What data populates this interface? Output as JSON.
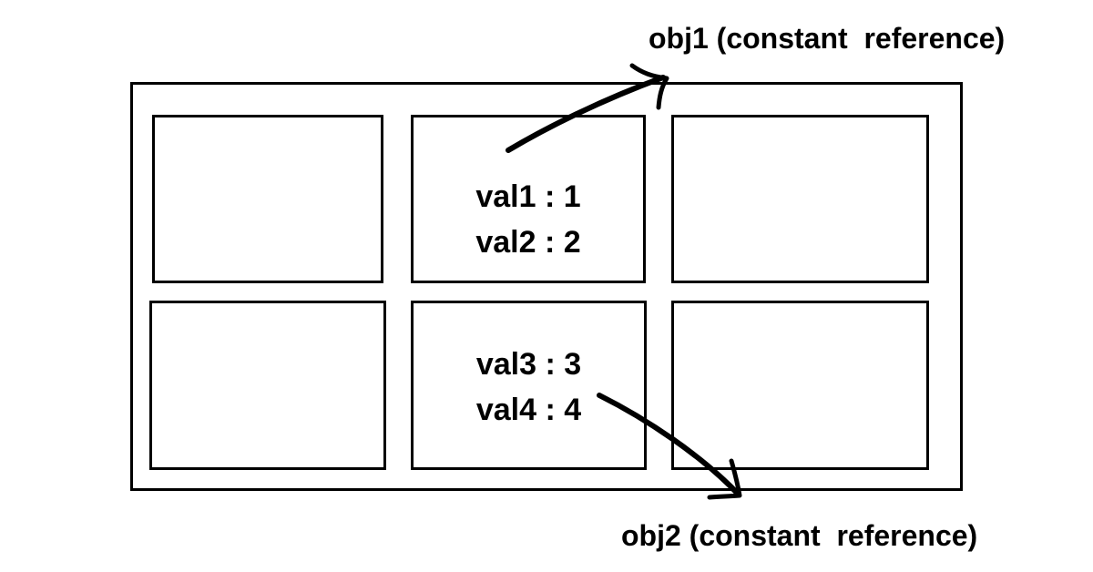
{
  "cells": [
    {
      "lines": []
    },
    {
      "lines": [
        "val1 : 1",
        "val2 : 2"
      ]
    },
    {
      "lines": []
    },
    {
      "lines": []
    },
    {
      "lines": [
        "val3 : 3",
        "val4 : 4"
      ]
    },
    {
      "lines": []
    }
  ],
  "labels": {
    "obj1": "obj1 (constant  reference)",
    "obj2": "obj2 (constant  reference)"
  },
  "colors": {
    "stroke": "#000000",
    "background": "#ffffff"
  }
}
